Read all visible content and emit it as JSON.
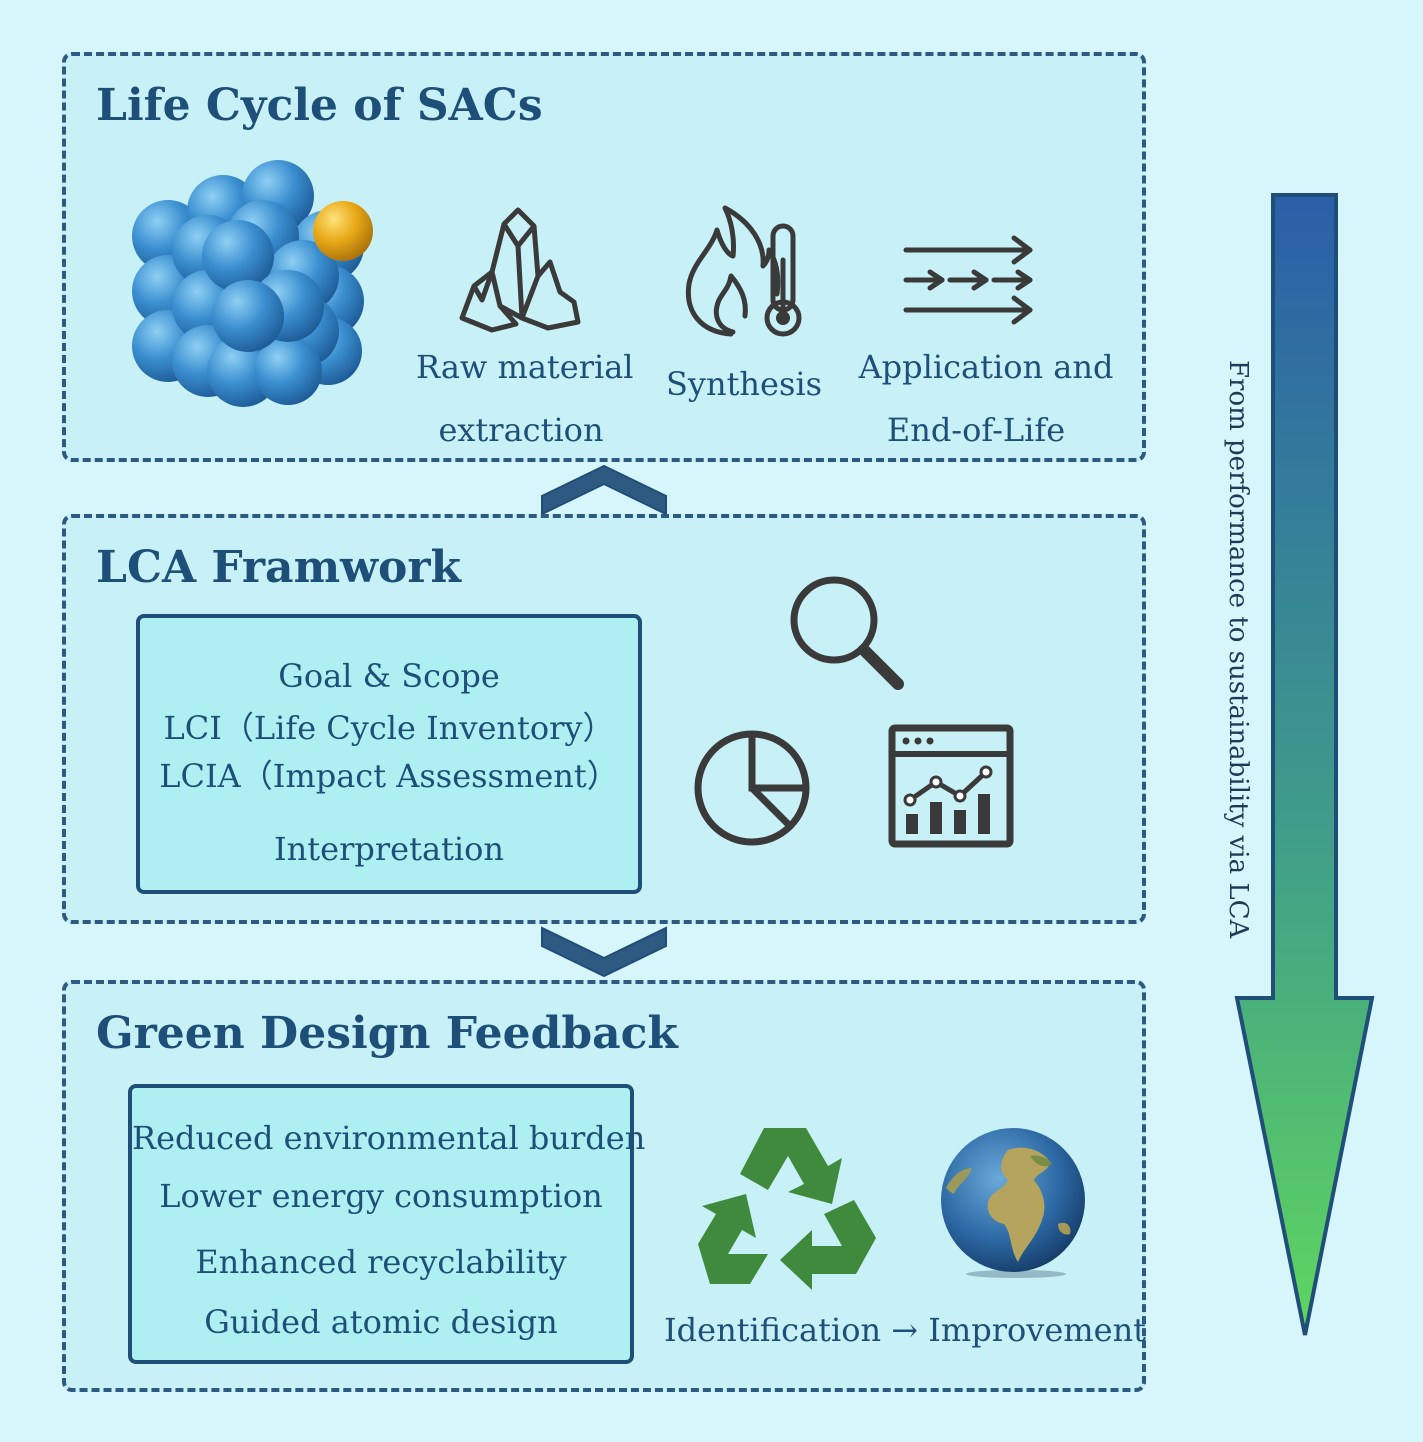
{
  "panels": {
    "lifecycle": {
      "title": "Life Cycle of SACs",
      "stages": [
        {
          "line1": "Raw material",
          "line2": "extraction",
          "icon": "crystal-icon"
        },
        {
          "line1": "Synthesis",
          "line2": "",
          "icon": "flame-thermometer-icon"
        },
        {
          "line1": "Application and",
          "line2": "End-of-Life",
          "icon": "arrows-icon"
        }
      ]
    },
    "lca": {
      "title": "LCA Framwork",
      "steps": [
        "Goal & Scope",
        "LCI（Life Cycle Inventory）",
        "LCIA（Impact Assessment）",
        "Interpretation"
      ]
    },
    "green": {
      "title": "Green Design Feedback",
      "benefits": [
        "Reduced environmental burden",
        "Lower energy consumption",
        "Enhanced recyclability",
        "Guided atomic design"
      ],
      "caption": "Identification → Improvement"
    }
  },
  "side_label": "From performance to sustainability via LCA",
  "colors": {
    "background": "#d6f6fb",
    "panel_border": "#2e5a82",
    "title": "#1e4f78",
    "arrow_top": "#2a5fa8",
    "arrow_bottom": "#5fd65f",
    "recycle": "#3f8a3c",
    "atom_blue": "#3b8fd0",
    "atom_gold": "#e8a917"
  }
}
